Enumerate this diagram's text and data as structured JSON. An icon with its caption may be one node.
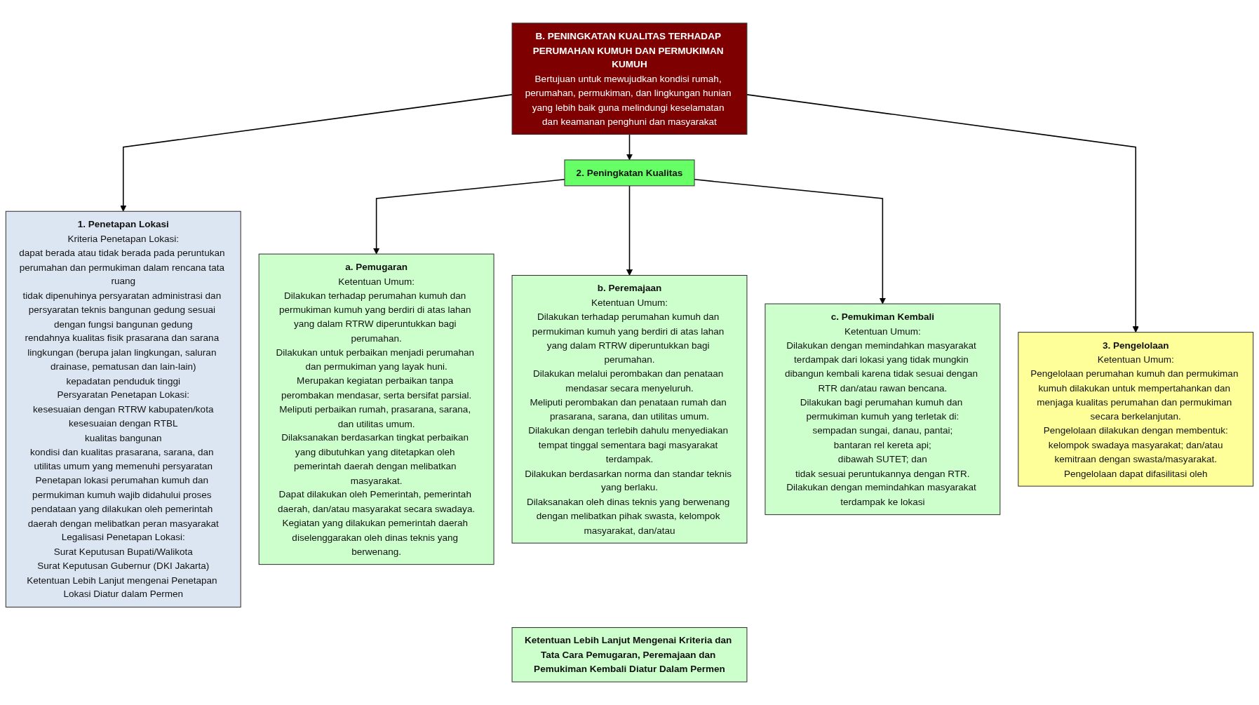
{
  "diagram": {
    "nodes": [
      {
        "text": [
          "B. PENINGKATAN KUALITAS TERHADAP PERUMAHAN KUMUH DAN PERMUKIMAN KUMUH",
          "Bertujuan untuk mewujudkan kondisi rumah, perumahan, permukiman, dan lingkungan hunian yang lebih baik guna melindungi keselamatan dan keamanan penghuni dan masyarakat"
        ]
      },
      {
        "text": [
          "1. Penetapan Lokasi",
          "Kriteria Penetapan Lokasi:",
          "dapat berada atau tidak berada pada peruntukan perumahan dan permukiman dalam rencana tata ruang",
          "tidak dipenuhinya persyaratan administrasi dan persyaratan teknis bangunan gedung sesuai dengan fungsi bangunan gedung",
          "rendahnya kualitas fisik prasarana dan sarana lingkungan (berupa jalan lingkungan, saluran drainase, pematusan dan lain-lain)",
          "kepadatan penduduk tinggi",
          "Persyaratan Penetapan Lokasi:",
          "kesesuaian dengan RTRW kabupaten/kota",
          "kesesuaian dengan RTBL",
          "kualitas bangunan",
          "kondisi dan kualitas prasarana, sarana, dan utilitas umum yang memenuhi persyaratan",
          "Penetapan lokasi perumahan kumuh dan permukiman kumuh wajib didahului proses pendataan yang dilakukan oleh pemerintah daerah dengan melibatkan peran masyarakat",
          "Legalisasi Penetapan Lokasi:",
          "Surat Keputusan Bupati/Walikota",
          "Surat Keputusan Gubernur (DKI Jakarta)",
          "Ketentuan Lebih Lanjut mengenai Penetapan Lokasi Diatur dalam Permen"
        ]
      },
      {
        "text": [
          "2. Peningkatan Kualitas"
        ]
      },
      {
        "text": [
          "3. Pengelolaan",
          "Ketentuan Umum:",
          "Pengelolaan perumahan kumuh dan permukiman kumuh dilakukan untuk mempertahankan dan menjaga kualitas perumahan dan permukiman secara berkelanjutan.",
          "Pengelolaan dilakukan dengan membentuk:",
          "kelompok swadaya masyarakat; dan/atau",
          "kemitraan dengan swasta/masyarakat.",
          "Pengelolaan dapat difasilitasi oleh"
        ]
      },
      {
        "text": [
          "a. Pemugaran",
          "Ketentuan Umum:",
          "Dilakukan terhadap perumahan kumuh dan permukiman kumuh yang berdiri di atas lahan yang dalam RTRW diperuntukkan bagi perumahan.",
          "Dilakukan untuk perbaikan menjadi perumahan dan permukiman yang layak huni.",
          "Merupakan kegiatan perbaikan tanpa perombakan mendasar, serta bersifat parsial.",
          "Meliputi perbaikan rumah, prasarana, sarana, dan utilitas umum.",
          "Dilaksanakan berdasarkan tingkat perbaikan yang dibutuhkan yang ditetapkan oleh pemerintah daerah dengan melibatkan masyarakat.",
          "Dapat dilakukan oleh Pemerintah, pemerintah daerah, dan/atau masyarakat secara swadaya.",
          "Kegiatan yang dilakukan pemerintah daerah diselenggarakan oleh dinas teknis yang berwenang."
        ]
      },
      {
        "text": [
          "b. Peremajaan",
          "Ketentuan Umum:",
          "Dilakukan terhadap perumahan kumuh dan permukiman kumuh yang berdiri di atas lahan yang dalam RTRW diperuntukkan bagi perumahan.",
          "Dilakukan melalui perombakan dan penataan mendasar secara menyeluruh.",
          "Meliputi perombakan dan penataan rumah dan prasarana, sarana, dan utilitas umum.",
          "Dilakukan dengan terlebih dahulu menyediakan tempat tinggal sementara bagi masyarakat terdampak.",
          "Dilakukan berdasarkan norma dan standar teknis yang berlaku.",
          "Dilaksanakan oleh dinas teknis yang berwenang dengan melibatkan pihak swasta, kelompok masyarakat, dan/atau"
        ]
      },
      {
        "text": [
          "c. Pemukiman Kembali",
          "Ketentuan Umum:",
          "Dilakukan dengan memindahkan masyarakat terdampak dari lokasi yang tidak mungkin dibangun kembali karena tidak sesuai dengan RTR dan/atau rawan bencana.",
          "Dilakukan bagi perumahan kumuh dan permukiman kumuh yang terletak di:",
          "sempadan sungai, danau, pantai;",
          "bantaran rel kereta api;",
          "dibawah SUTET; dan",
          "tidak sesuai peruntukannya dengan RTR.",
          "Dilakukan dengan memindahkan masyarakat terdampak ke lokasi"
        ]
      },
      {
        "text": [
          "Ketentuan Lebih Lanjut Mengenai Kriteria dan Tata Cara Pemugaran, Peremajaan dan Pemukiman Kembali Diatur Dalam Permen"
        ]
      }
    ],
    "edges": [
      {
        "from": 0,
        "to": 1,
        "arrow": "to"
      },
      {
        "from": 0,
        "to": 2,
        "arrow": "to"
      },
      {
        "from": 0,
        "to": 3,
        "arrow": "to"
      },
      {
        "from": 2,
        "to": 4,
        "arrow": "to"
      },
      {
        "from": 2,
        "to": 5,
        "arrow": "to"
      },
      {
        "from": 2,
        "to": 6,
        "arrow": "to"
      }
    ]
  }
}
